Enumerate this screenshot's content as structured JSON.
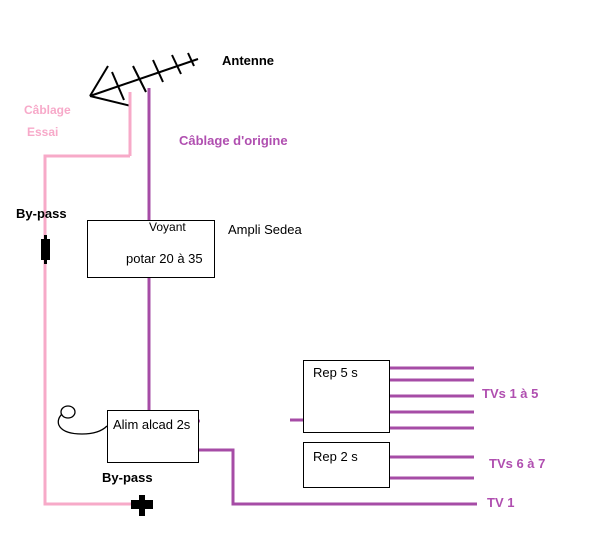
{
  "colors": {
    "original_wire": "#a64ca6",
    "test_wire": "#f7aac8",
    "led": "#22b14c",
    "outline": "#000000"
  },
  "labels": {
    "antenna": "Antenne",
    "test_cabling_line1": "Câblage",
    "test_cabling_line2": "Essai",
    "original_cabling": "Câblage d'origine",
    "bypass_top": "By-pass",
    "bypass_bottom": "By-pass",
    "amp_name": "Ampli Sedea",
    "amp_indicator": "Voyant",
    "amp_pot": "potar 20 à 35",
    "power_supply": "Alim alcad 2s",
    "splitter_5": "Rep 5 s",
    "splitter_2": "Rep 2 s",
    "tvs_1_5": "TVs 1 à 5",
    "tvs_6_7": "TVs 6 à 7",
    "tv_1": "TV 1"
  },
  "icons": {
    "antenna": "yagi-antenna-icon",
    "pot": "potentiometer-icon",
    "bypass": "bypass-connector-icon",
    "cable_loop": "cable-loop-icon"
  }
}
